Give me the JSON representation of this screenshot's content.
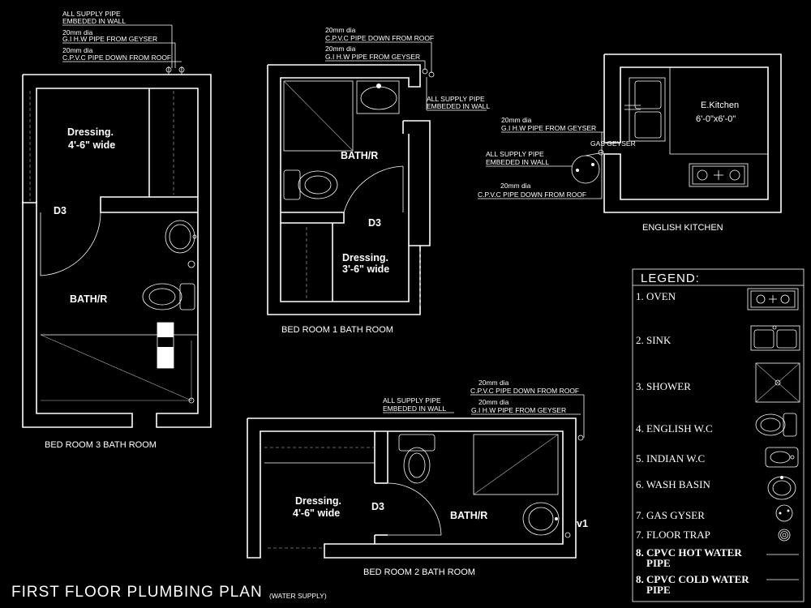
{
  "title": {
    "main": "FIRST  FLOOR PLUMBING PLAN",
    "sub": "(WATER SUPPLY)"
  },
  "notes": {
    "embedded": [
      "ALL SUPPLY PIPE",
      "EMBEDED IN WALL"
    ],
    "dia": "20mm dia",
    "gi_hw": "G.I H.W PIPE FROM GEYSER",
    "cpvc_roof": "C.P.V.C  PIPE DOWN FROM ROOF",
    "gas_geyser": "GAS GEYSER"
  },
  "rooms": {
    "br3": {
      "caption": "BED ROOM 3 BATH ROOM",
      "dressing": "Dressing.",
      "dressing_size": "4'-6\" wide",
      "door": "D3",
      "bath": "BATH/R"
    },
    "br1": {
      "caption": "BED ROOM 1 BATH ROOM",
      "bath": "BATH/R",
      "door": "D3",
      "dressing": "Dressing.",
      "dressing_size": "3'-6\" wide"
    },
    "kitchen": {
      "caption": "ENGLISH KITCHEN",
      "name": "E.Kitchen",
      "size": "6'-0\"x6'-0\""
    },
    "br2": {
      "caption": "BED ROOM 2 BATH ROOM",
      "dressing": "Dressing.",
      "dressing_size": "4'-6\" wide",
      "door": "D3",
      "bath": "BATH/R",
      "valve": "v1"
    }
  },
  "legend": {
    "heading": "LEGEND:",
    "items": [
      {
        "label": "1. OVEN",
        "icon": "oven-icon"
      },
      {
        "label": "2. SINK",
        "icon": "sink-icon"
      },
      {
        "label": "3. SHOWER",
        "icon": "shower-icon"
      },
      {
        "label": "4. ENGLISH W.C",
        "icon": "english-wc-icon"
      },
      {
        "label": "5. INDIAN W.C",
        "icon": "indian-wc-icon"
      },
      {
        "label": "6. WASH BASIN",
        "icon": "wash-basin-icon"
      },
      {
        "label": "7. GAS GYSER",
        "icon": "gas-geyser-icon"
      },
      {
        "label": "7. FLOOR TRAP",
        "icon": "floor-trap-icon"
      },
      {
        "label": "8. CPVC  HOT WATER",
        "label2": "PIPE",
        "icon": "hot-water-line-icon"
      },
      {
        "label": "8. CPVC  COLD WATER",
        "label2": "PIPE",
        "icon": "cold-water-line-icon"
      }
    ]
  }
}
